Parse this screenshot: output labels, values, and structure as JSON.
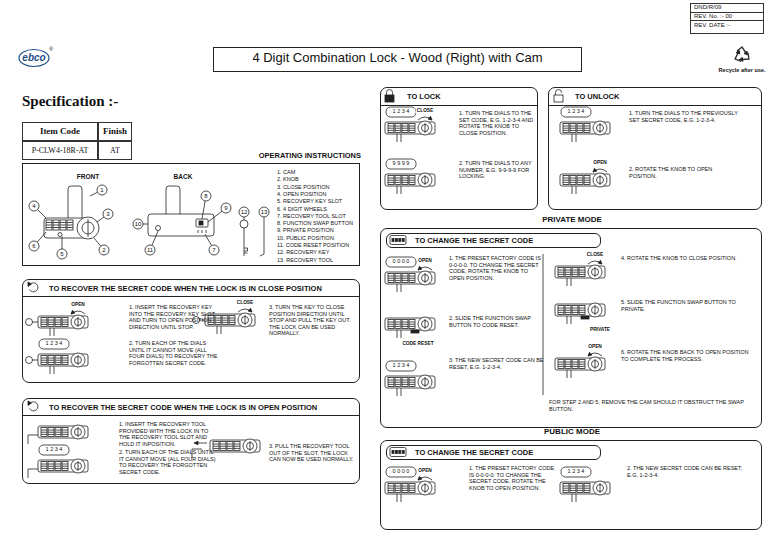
{
  "diagram": {
    "nodes": [
      {
        "text": [
          "DND/R/09",
          "REV. No. :- 00",
          "REV. DATE :-"
        ]
      },
      {
        "text": [
          "4 Digit Combination Lock - Wood (Right) with Cam"
        ]
      },
      {
        "text": [
          "Specification :-",
          "Item Code",
          "Finish",
          "P-CLW4-18R-AT",
          "AT"
        ]
      },
      {
        "text": [
          "OPERATING INSTRUCTIONS",
          "FRONT",
          "BACK",
          "1. CAM",
          "2. KNOB",
          "3. CLOSE POSITION",
          "4. OPEN POSITION",
          "5. RECOVERY KEY SLOT",
          "6. 4 DIGIT WHEELS",
          "7. RECOVERY TOOL SLOT",
          "8. FUNCTION SWAP BUTTON",
          "9. PRIVATE POSITION",
          "10. PUBLIC POSITION",
          "11. CODE RESET POSITION",
          "12. RECOVERY KEY",
          "13. RECOVERY TOOL"
        ]
      },
      {
        "text": [
          "TO RECOVER THE SECRET CODE WHEN THE LOCK IS IN CLOSE POSITION",
          "1. INSERT THE RECOVERY KEY INTO THE RECOVERY KEY SLOT AND TURN TO OPEN POSITION DIRECTION UNTIL STOP.",
          "2. TURN EACH OF THE DIALS UNTIL IT CANNOT MOVE (ALL FOUR DIALS) TO RECOVERY THE FORGOTTEN SECRET CODE.",
          "3. TURN THE KEY TO CLOSE POSITION DIRECTION UNTIL STOP AND PULL THE KEY OUT. THE LOCK CAN BE USED NORMALLY."
        ]
      },
      {
        "text": [
          "TO RECOVER THE SECRET CODE WHEN THE LOCK IS IN OPEN POSITION",
          "1. INSERT THE RECOVERY TOOL PROVIDED WITH THE LOCK IN TO THE RECOVERY TOOL SLOT AND HOLD IT INPOSITION.",
          "2. TURN EACH OF THE DIALS UNTIL IT CANNOT MOVE (ALL FOUR DIALS) TO RECOVERY THE FORGOTTEN SECRET CODE.",
          "3. PULL THE RECOVERY TOOL OUT OF THE SLOT. THE LOCK CAN NOW BE USED NORMALLY."
        ]
      },
      {
        "text": [
          "TO LOCK",
          "1. TURN THE DIALS TO THE SET CODE, E.G. 1-2-3-4 AND ROTATE THE KNOB TO CLOSE POSITION.",
          "2. TURN THE DIALS TO ANY NUMBER, E.G. 9-9-9-9 FOR LOCKING."
        ]
      },
      {
        "text": [
          "TO UNLOCK",
          "1. TURN THE DIALS TO THE PREVIOUSLY SET SECRET CODE, E.G. 1-2-3-4.",
          "2. ROTATE THE KNOB TO OPEN POSITION."
        ]
      },
      {
        "text": [
          "PRIVATE MODE",
          "TO CHANGE THE SECRET CODE",
          "1. THE PRESET FACTORY CODE IS 0-0-0-0. TO CHANGE THE SECRET CODE, ROTATE THE KNOB TO OPEN POSITION.",
          "2. SLIDE THE FUNCTION SWAP BUTTON TO CODE RESET.",
          "3. THE NEW SECRET CODE CAN BE RESET, E.G. 1-2-3-4.",
          "4. ROTATE THE KNOB TO CLOSE POSITION.",
          "5. SLIDE THE FUNCTION SWAP BUTTON TO PRIVATE.",
          "6. ROTATE THE KNOB BACK TO OPEN POSITION TO COMPLETE THE PROCESS.",
          "FOR STEP 2 AND 5, REMOVE THE CAM SHOULD IT OBSTRUCT THE SWAP BUTTON."
        ]
      },
      {
        "text": [
          "PUBLIC MODE",
          "TO CHANGE THE SECRET CODE",
          "1. THE PRESET FACTORY CODE IS 0-0-0-0. TO CHANGE THE SECRET CODE. ROTATE THE KNOB TO OPEN POSITION.",
          "2. THE NEW SECRET CODE CAN BE RESET, E.G. 1-2-3-4."
        ]
      }
    ],
    "labels": [
      "ebco",
      "®",
      "Recycle after use.",
      "1",
      "2",
      "3",
      "4",
      "5",
      "6",
      "7",
      "8",
      "9",
      "10",
      "11",
      "12",
      "13",
      "OPEN",
      "1 2 3 4",
      "CLOSE",
      "1 2 3 4",
      "1 2 3 4",
      "CLOSE",
      "9 9 9 9",
      "1 2 3 4",
      "OPEN",
      "0 0 0 0",
      "OPEN",
      "CODE RESET",
      "1 2 3 4",
      "CLOSE",
      "PRIVATE",
      "OPEN",
      "0 0 0 0",
      "OPEN",
      "1 2 3 4"
    ]
  }
}
